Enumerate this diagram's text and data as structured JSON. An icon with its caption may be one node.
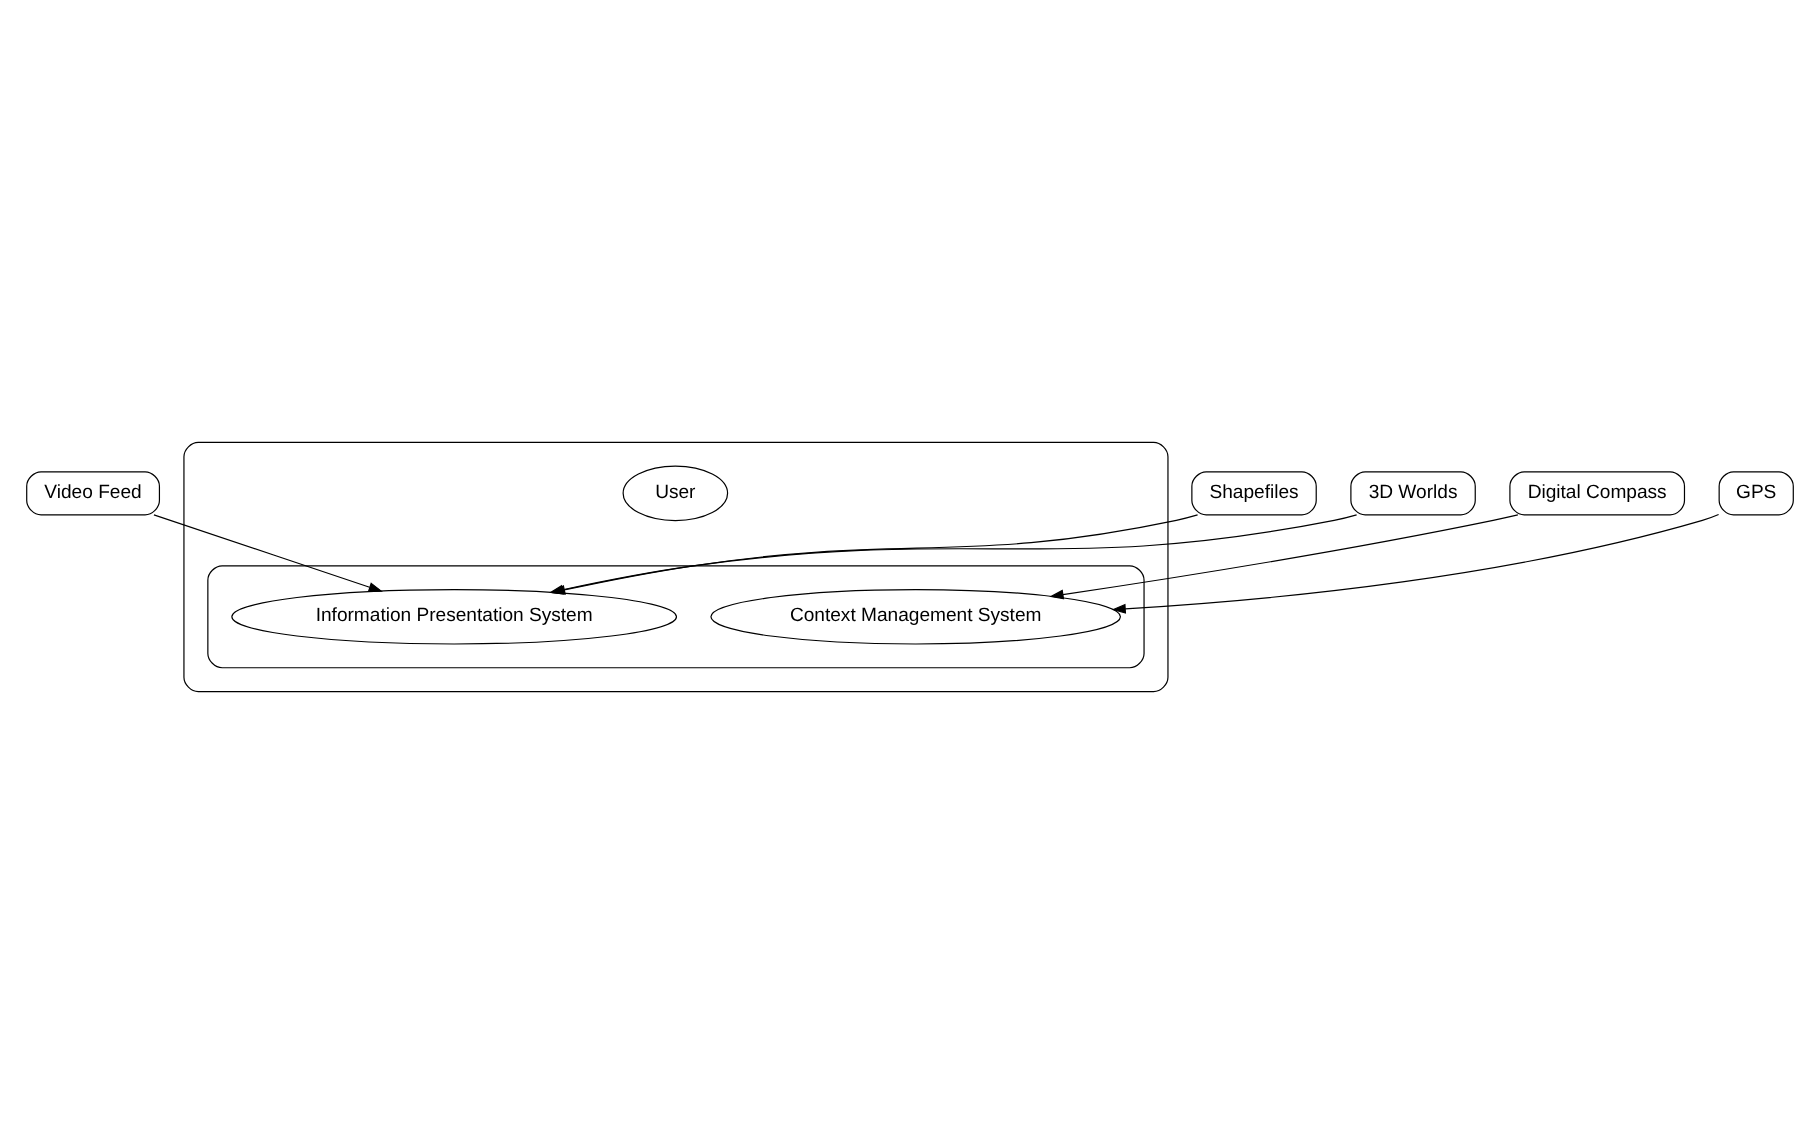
{
  "diagram": {
    "nodes": [
      {
        "text": [
          "Video Feed"
        ]
      },
      {
        "text": [
          "Shapefiles"
        ]
      },
      {
        "text": [
          "Digital Compass"
        ]
      },
      {
        "text": [
          "3D Worlds"
        ]
      },
      {
        "text": [
          "GPS"
        ]
      },
      {
        "text": [],
        "shape": "ellipse"
      },
      {
        "text": [],
        "shape": "ellipse",
        "in": 5
      },
      {
        "text": [
          "Information Presentation System"
        ],
        "in": 6
      },
      {
        "text": [
          "Context Management System"
        ],
        "in": 6
      },
      {
        "text": [
          "User"
        ],
        "in": 5
      }
    ],
    "edges": [
      {
        "from": 3,
        "to": 7,
        "arrow": "to"
      },
      {
        "from": 1,
        "to": 7,
        "arrow": "to"
      },
      {
        "from": 0,
        "to": 7,
        "arrow": "to"
      },
      {
        "from": 2,
        "to": 8,
        "arrow": "to"
      },
      {
        "from": 4,
        "to": 8,
        "arrow": "to"
      }
    ]
  }
}
